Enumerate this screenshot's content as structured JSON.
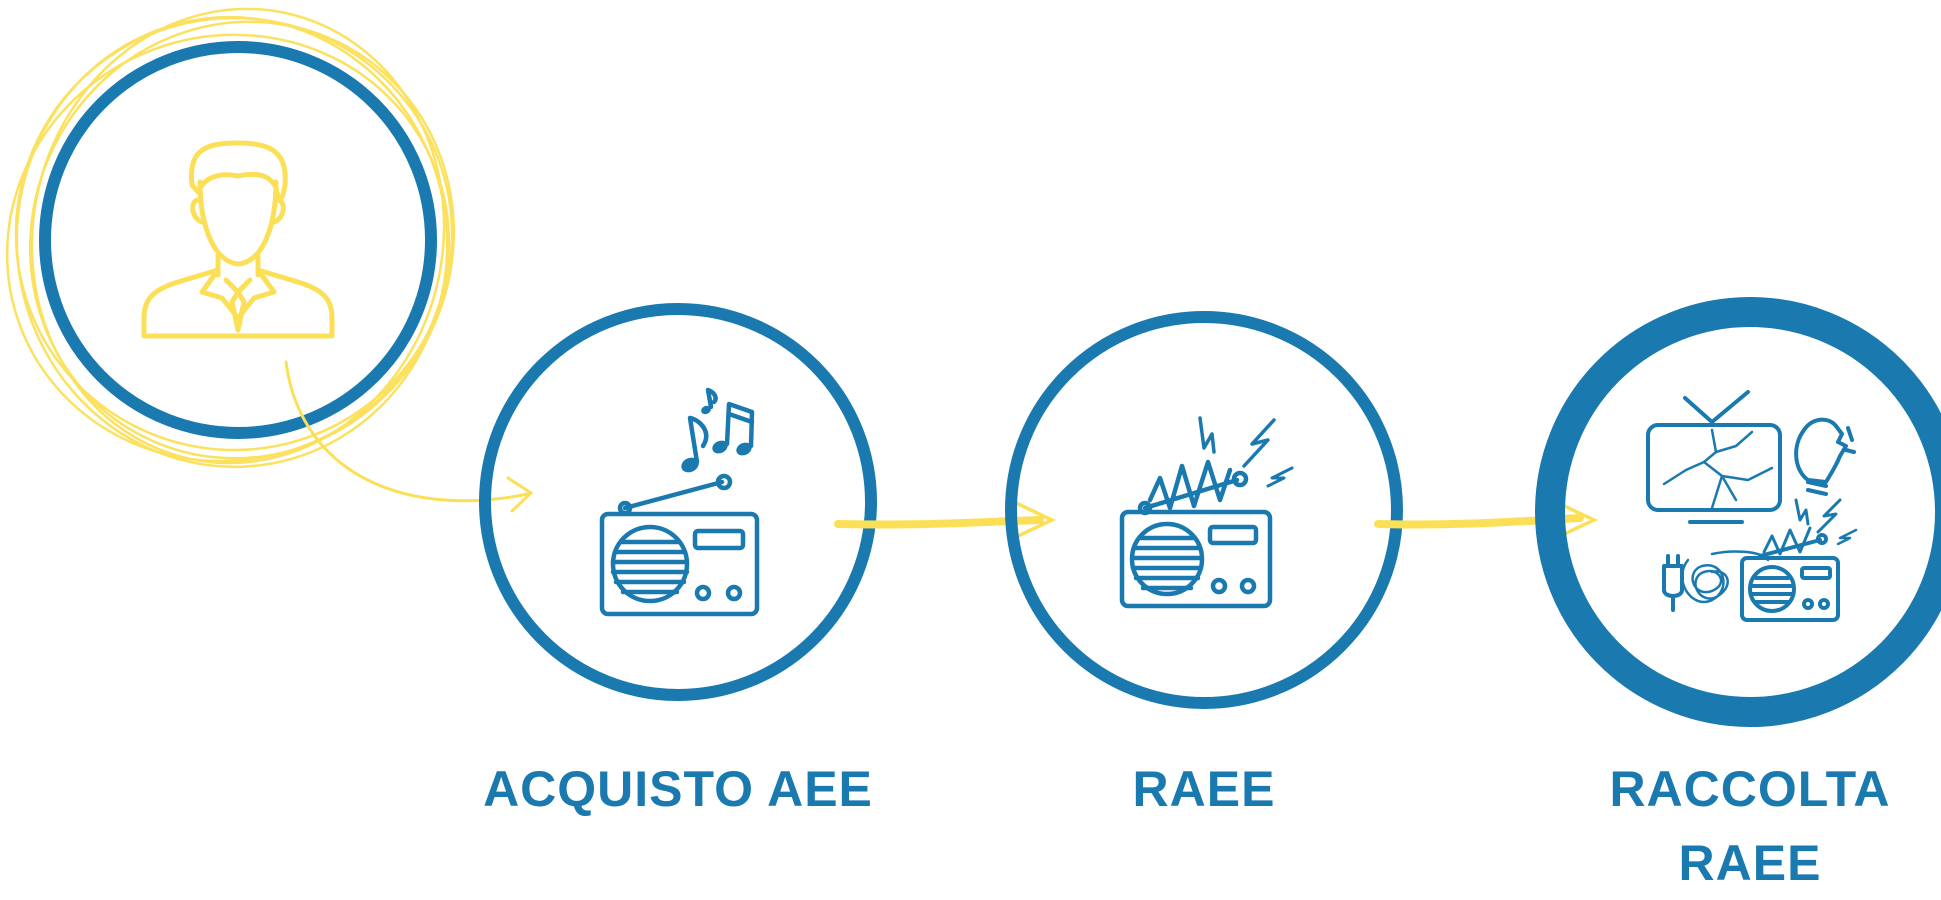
{
  "colors": {
    "blue": "#1a7aaf",
    "yellow": "#fbe057",
    "background": "#ffffff"
  },
  "steps": [
    {
      "icon": "person-icon",
      "label": ""
    },
    {
      "icon": "radio-music-icon",
      "label": "ACQUISTO AEE"
    },
    {
      "icon": "broken-radio-icon",
      "label": "RAEE"
    },
    {
      "icon": "e-waste-collection-icon",
      "label_line1": "RACCOLTA",
      "label_line2": "RAEE"
    }
  ]
}
